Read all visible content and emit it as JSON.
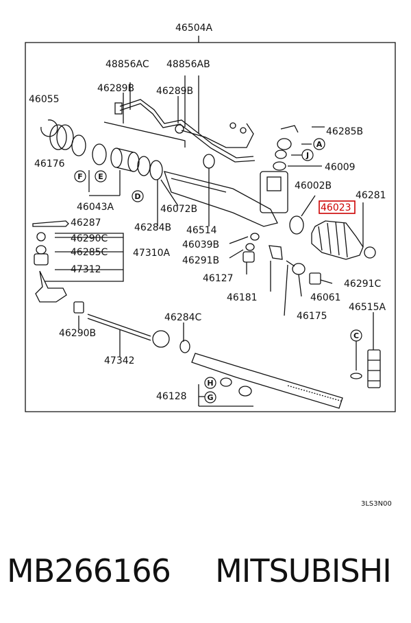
{
  "diagram": {
    "assembly_label": "46504A",
    "drawing_code": "3LS3N00",
    "highlight_color": "#cc0000",
    "highlighted_part": "46023",
    "labels": [
      "48856AC",
      "48856AB",
      "46289B",
      "46289B",
      "46055",
      "46285B",
      "46176",
      "46009",
      "46002B",
      "46281",
      "46043A",
      "46072B",
      "46284B",
      "46514",
      "46023",
      "46287",
      "46290C",
      "46285C",
      "47310A",
      "46039B",
      "46291B",
      "47312",
      "46127",
      "46291C",
      "46181",
      "46061",
      "46175",
      "46290B",
      "46284C",
      "46515A",
      "47342",
      "46128"
    ],
    "circled_letters": [
      "A",
      "J",
      "F",
      "E",
      "D",
      "C",
      "H",
      "G"
    ]
  },
  "footer": {
    "part_number": "MB266166",
    "brand": "MITSUBISHI"
  }
}
